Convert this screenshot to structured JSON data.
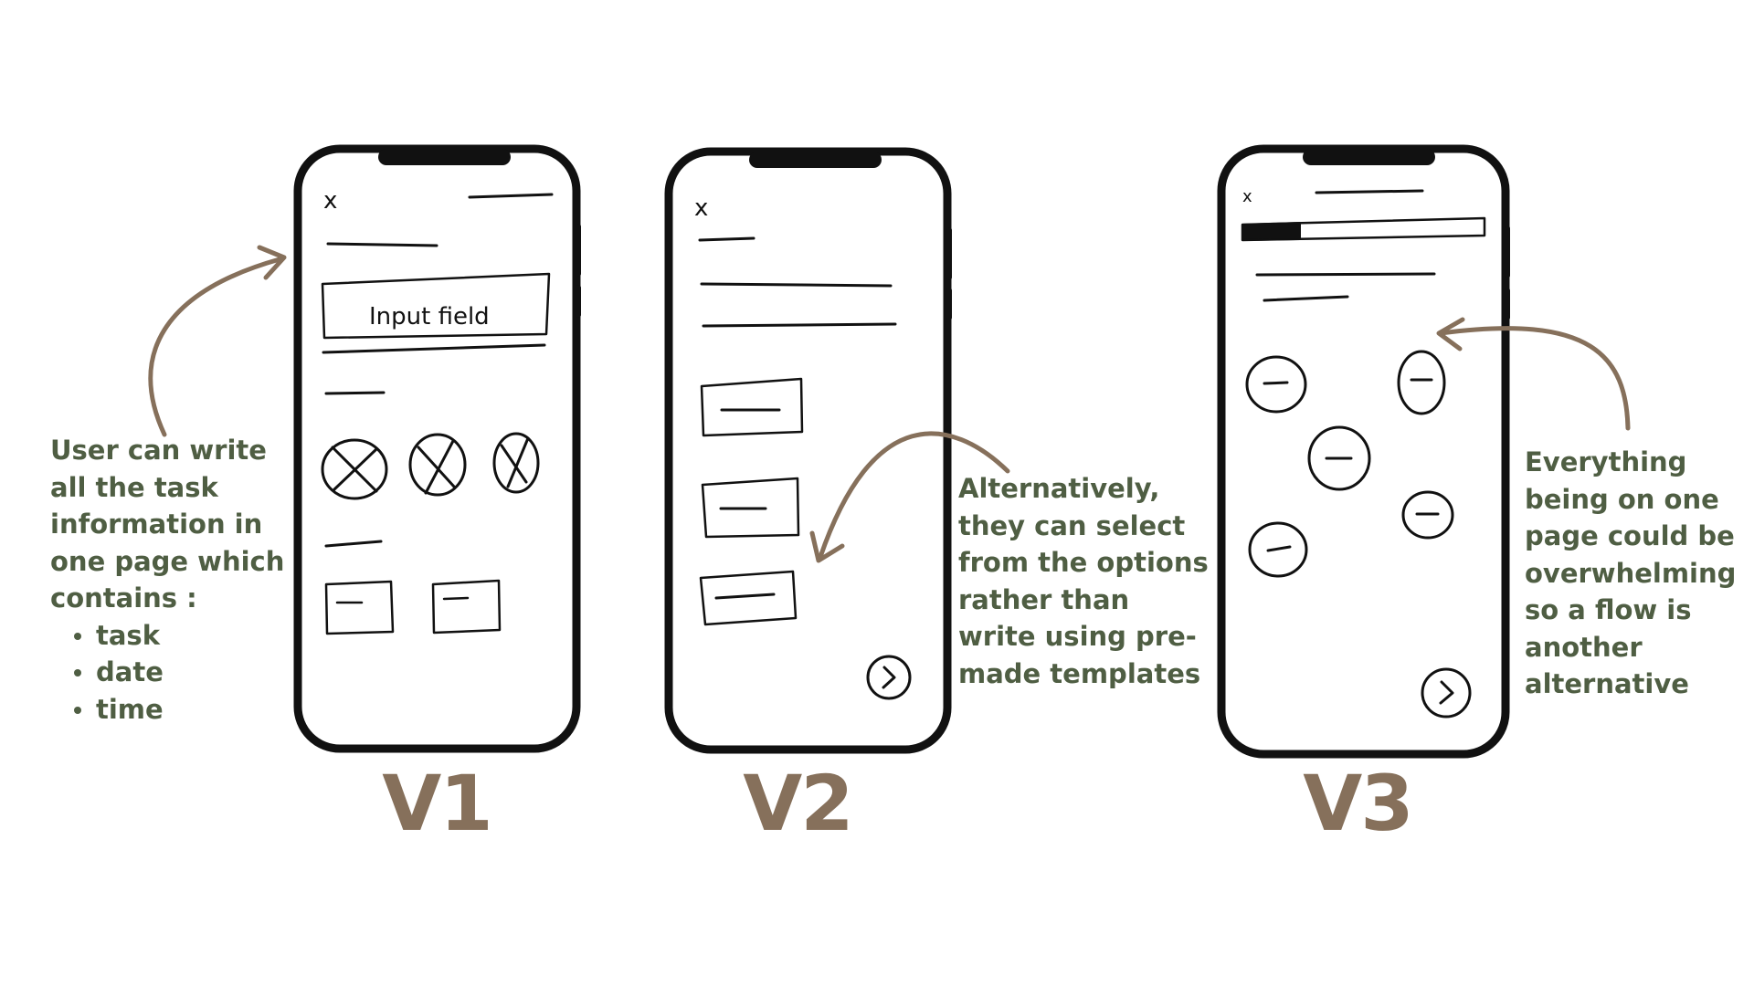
{
  "annotations": {
    "v1_note": {
      "lines": [
        "User can write",
        "all the task",
        "information in",
        "one page which",
        "contains :"
      ],
      "bullets": [
        "task",
        "date",
        "time"
      ]
    },
    "v2_note": {
      "lines": [
        "Alternatively,",
        "they can select",
        "from the options",
        "rather than",
        "write using pre-",
        "made templates"
      ]
    },
    "v3_note": {
      "lines": [
        "Everything",
        "being on one",
        "page could be",
        "overwhelming",
        "so a flow is",
        "another",
        "alternative"
      ]
    }
  },
  "versions": [
    {
      "label": "V1",
      "close_glyph": "x",
      "input_label": "Input field"
    },
    {
      "label": "V2",
      "close_glyph": "x"
    },
    {
      "label": "V3",
      "close_glyph": "x"
    }
  ],
  "colors": {
    "text_green": "#4f5e43",
    "accent_brown": "#86705b",
    "ink": "#111111",
    "background": "#ffffff"
  },
  "icons": {
    "v2_next": "chevron-right-icon",
    "v3_next": "chevron-right-icon",
    "arrows": "curved-arrow-icon"
  }
}
